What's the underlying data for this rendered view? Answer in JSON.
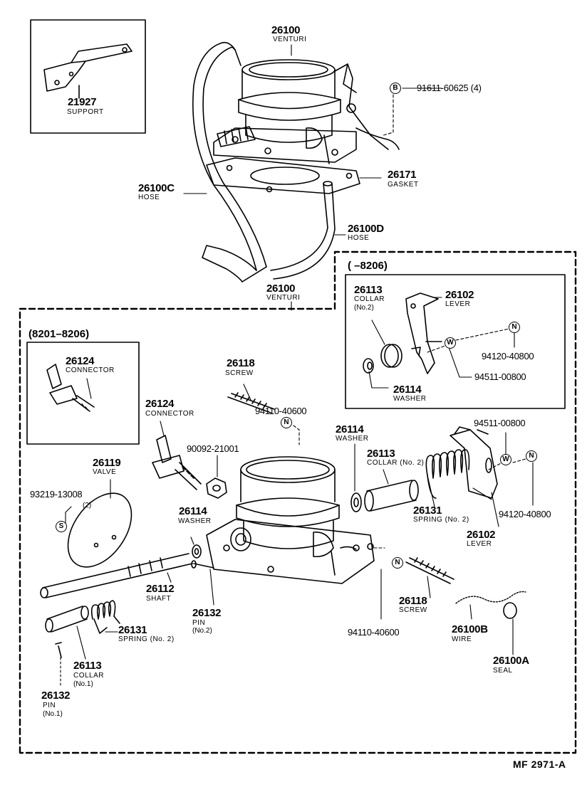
{
  "parts": {
    "venturi_top": {
      "no": "26100",
      "name": "VENTURI"
    },
    "support": {
      "no": "21927",
      "name": "SUPPORT"
    },
    "bolt": {
      "no": "91611-60625 (4)",
      "sym": "B"
    },
    "hose_c": {
      "no": "26100C",
      "name": "HOSE"
    },
    "gasket": {
      "no": "26171",
      "name": "GASKET"
    },
    "hose_d": {
      "no": "26100D",
      "name": "HOSE"
    },
    "venturi_mid": {
      "no": "26100",
      "name": "VENTURI"
    },
    "connector_inset": {
      "no": "26124",
      "name": "CONNECTOR"
    },
    "collar2_inset": {
      "no": "26113",
      "name": "COLLAR",
      "sub": "(No.2)"
    },
    "lever_inset": {
      "no": "26102",
      "name": "LEVER"
    },
    "nut_inset": {
      "no": "94120-40800",
      "sym": "N"
    },
    "washer_w_inset": {
      "no": "94511-00800",
      "sym": "W"
    },
    "washer_inset": {
      "no": "26114",
      "name": "WASHER"
    },
    "screw_top": {
      "no": "26118",
      "name": "SCREW"
    },
    "nut_screw_top": {
      "no": "94110-40600",
      "sym": "N"
    },
    "connector": {
      "no": "26124",
      "name": "CONNECTOR"
    },
    "nut_90092": {
      "no": "90092-21001"
    },
    "washer_right": {
      "no": "26114",
      "name": "WASHER"
    },
    "collar_no2": {
      "no": "26113",
      "name": "COLLAR (No. 2)"
    },
    "w_right": {
      "no": "94511-00800",
      "sym": "W"
    },
    "n_right": {
      "no": "94120-40800",
      "sym": "N"
    },
    "spring_no2_right": {
      "no": "26131",
      "name": "SPRING (No. 2)"
    },
    "lever_right": {
      "no": "26102",
      "name": "LEVER"
    },
    "valve": {
      "no": "26119",
      "name": "VALVE"
    },
    "screw_valve": {
      "no": "93219-13008",
      "sub": "(2)",
      "sym": "S"
    },
    "washer_left": {
      "no": "26114",
      "name": "WASHER"
    },
    "shaft": {
      "no": "26112",
      "name": "SHAFT"
    },
    "pin_no2": {
      "no": "26132",
      "name": "PIN",
      "sub": "(No.2)"
    },
    "spring_no2_left": {
      "no": "26131",
      "name": "SPRING (No. 2)"
    },
    "collar_no1": {
      "no": "26113",
      "name": "COLLAR",
      "sub": "(No.1)"
    },
    "pin_no1": {
      "no": "26132",
      "name": "PIN",
      "sub": "(No.1)"
    },
    "screw_bottom": {
      "no": "26118",
      "name": "SCREW"
    },
    "nut_screw_bottom": {
      "no": "94110-40600",
      "sym": "N"
    },
    "wire": {
      "no": "26100B",
      "name": "WIRE"
    },
    "seal": {
      "no": "26100A",
      "name": "SEAL"
    }
  },
  "headers": {
    "range_a": "(        –8206)",
    "range_b": "(8201–8206)"
  },
  "footer": "MF  2971-A"
}
